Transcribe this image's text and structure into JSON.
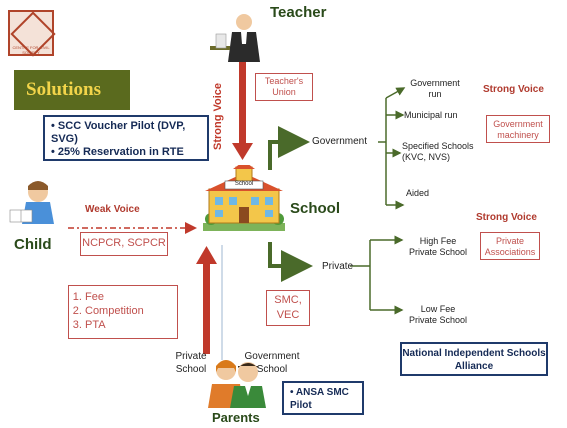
{
  "logo": {
    "text": "CENTRE FOR CIVIL SOCIETY"
  },
  "solutions_label": "Solutions",
  "solutions_items": [
    "• SCC Voucher Pilot (DVP, SVG)",
    "• 25% Reservation in RTE"
  ],
  "teacher": {
    "title": "Teacher",
    "union": "Teacher's Union",
    "strong_voice": "Strong Voice"
  },
  "school": {
    "title": "School",
    "sign": "School"
  },
  "child": {
    "title": "Child",
    "weak_voice": "Weak Voice",
    "box": "NCPCR, SCPCR"
  },
  "government_branch": {
    "label": "Government",
    "items": [
      "Government run",
      "Municipal run",
      "Specified Schools (KVC, NVS)",
      "Aided"
    ],
    "strong_voice": "Strong Voice",
    "box": "Government machinery"
  },
  "private_branch": {
    "label": "Private",
    "items": [
      "High Fee Private School",
      "Low Fee Private School"
    ],
    "strong_voice": "Strong Voice",
    "box": "Private Associations",
    "alliance": "National Independent Schools Alliance"
  },
  "parents": {
    "title": "Parents",
    "private_school": "Private School",
    "government_school": "Government School",
    "list": [
      "Fee",
      "Competition",
      "PTA"
    ],
    "smc": "SMC, VEC",
    "ansa": "• ANSA SMC Pilot"
  },
  "colors": {
    "green": "#4a6a2a",
    "red": "#c0392b",
    "navy": "#1f3a6b",
    "solutions_bg": "#5a6a1e",
    "solutions_fg": "#f2d44a"
  }
}
